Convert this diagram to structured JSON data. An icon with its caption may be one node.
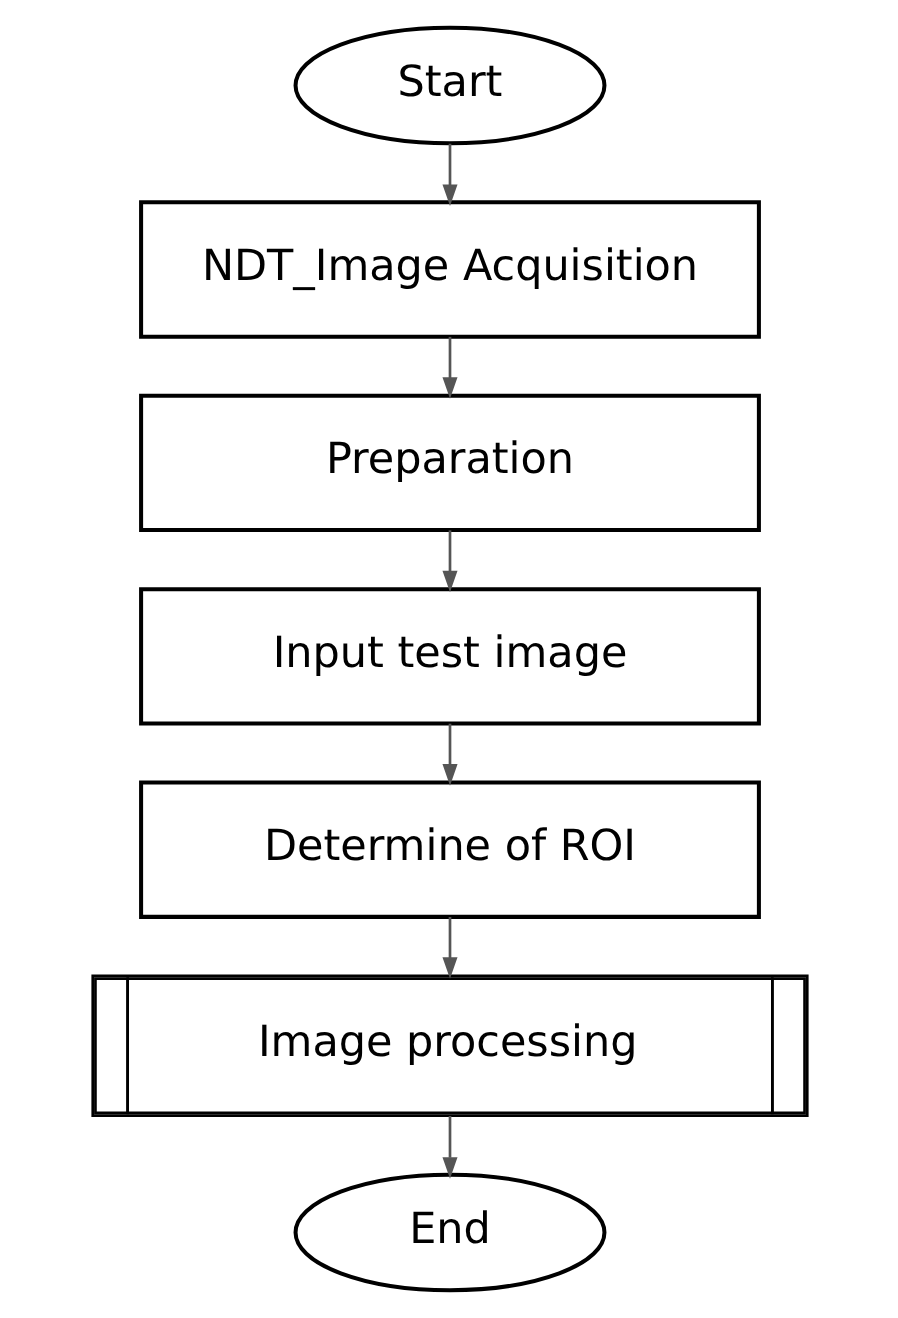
{
  "diagram": {
    "nodes": [
      {
        "text": [
          "Start"
        ]
      },
      {
        "text": [
          "NDT_Image Acquisition"
        ]
      },
      {
        "text": [
          "Preparation"
        ]
      },
      {
        "text": [
          "Input test image"
        ]
      },
      {
        "text": [
          "Determine of ROI"
        ]
      },
      {
        "text": [
          "Image processing"
        ]
      },
      {
        "text": [
          "End"
        ]
      }
    ],
    "edges": [
      {
        "from": 0,
        "to": 1,
        "arrow": "to"
      },
      {
        "from": 1,
        "to": 2,
        "arrow": "to"
      },
      {
        "from": 2,
        "to": 3,
        "arrow": "to"
      },
      {
        "from": 3,
        "to": 4,
        "arrow": "to"
      },
      {
        "from": 4,
        "to": 5,
        "arrow": "to"
      },
      {
        "from": 5,
        "to": 6,
        "arrow": "to"
      }
    ]
  }
}
